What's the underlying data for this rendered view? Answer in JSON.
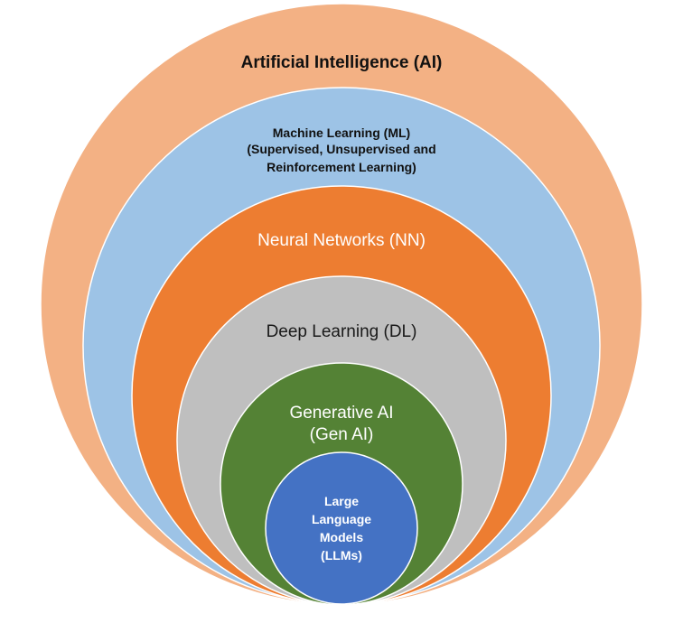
{
  "colors": {
    "ai": "#F3B184",
    "ml": "#9DC3E6",
    "nn": "#ED7D31",
    "dl": "#BFBFBF",
    "gen": "#548235",
    "llm": "#4472C4",
    "ring_stroke": "#ffffff"
  },
  "layers": {
    "ai": {
      "lines": [
        "Artificial Intelligence (AI)"
      ]
    },
    "ml": {
      "lines": [
        "Machine Learning (ML)",
        "(Supervised, Unsupervised and",
        "Reinforcement Learning)"
      ]
    },
    "nn": {
      "lines": [
        "Neural Networks (NN)"
      ]
    },
    "dl": {
      "lines": [
        "Deep Learning (DL)"
      ]
    },
    "gen": {
      "lines": [
        "Generative AI",
        "(Gen AI)"
      ]
    },
    "llm": {
      "lines": [
        "Large",
        "Language",
        "Models",
        "(LLMs)"
      ]
    }
  }
}
